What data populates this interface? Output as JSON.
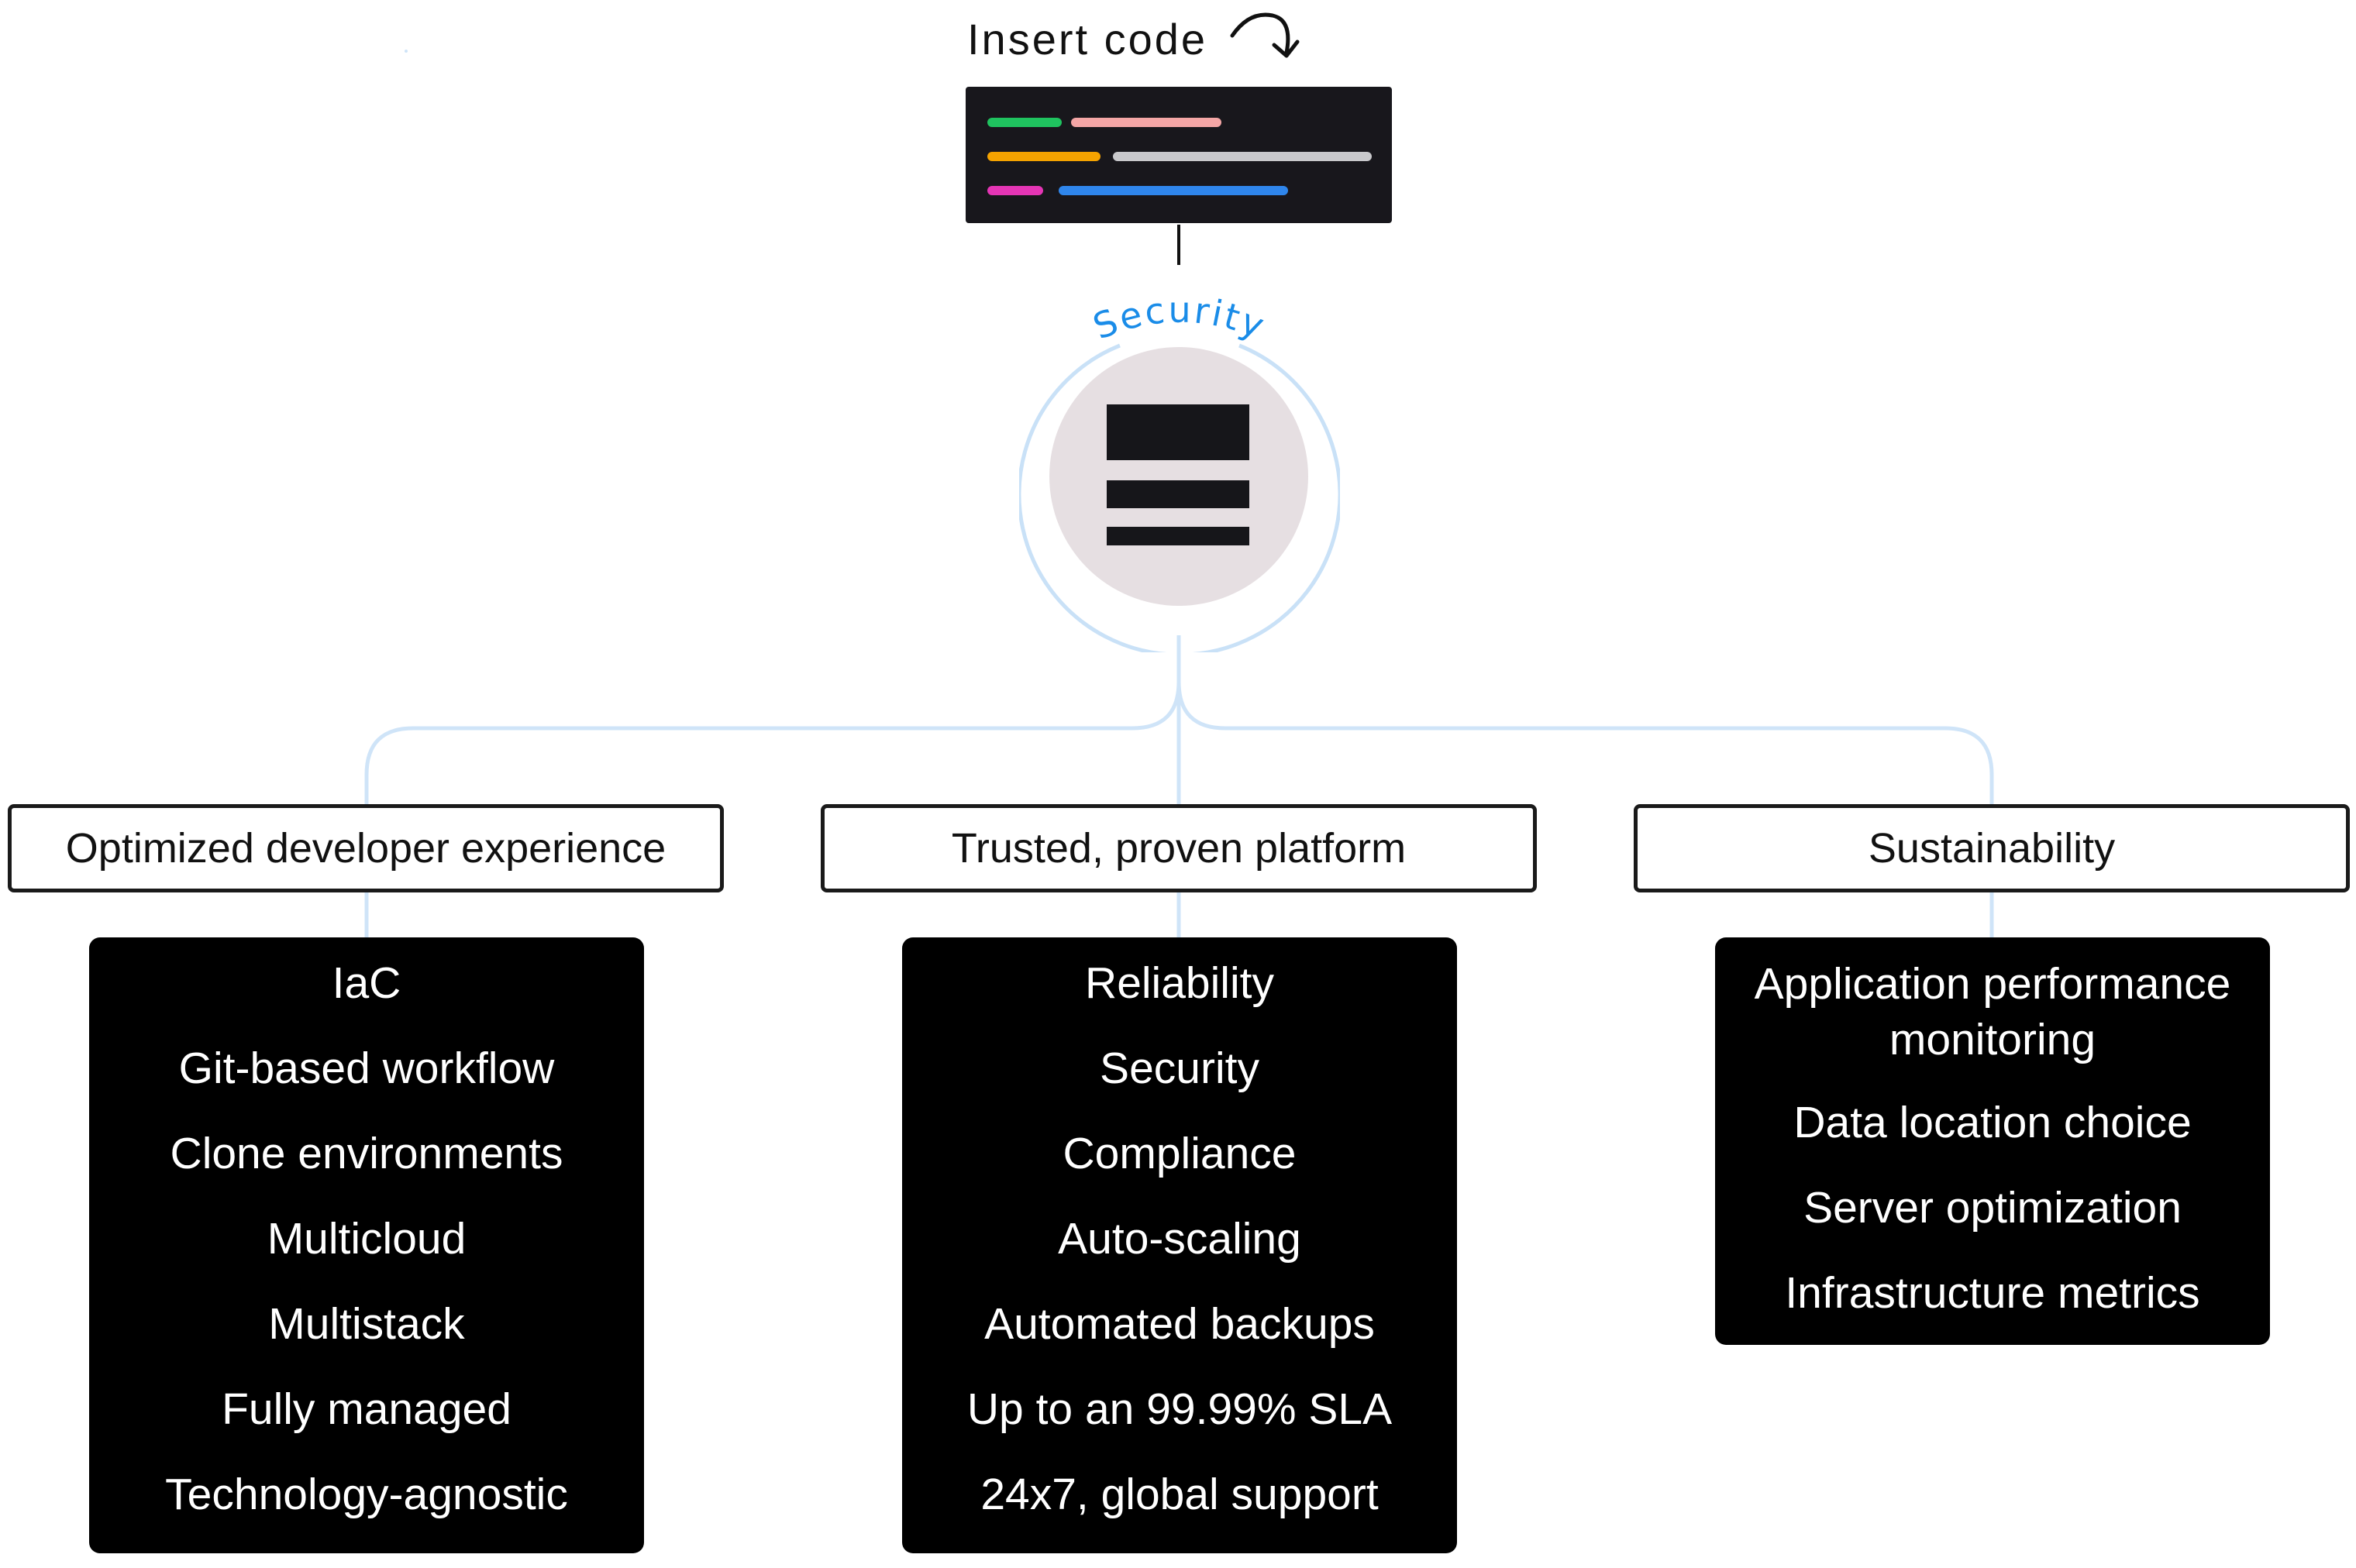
{
  "header": {
    "insert_label": "Insert code"
  },
  "code_snippet": {
    "line_colors": [
      [
        "#1fc35f",
        "#f4a6a6"
      ],
      [
        "#f5a300",
        "#c9c9cc"
      ],
      [
        "#e535b5",
        "#2f86ec"
      ]
    ]
  },
  "hub": {
    "ring_label": "Security",
    "ring_color": "#c9e1f7",
    "label_color": "#1a8ce8",
    "icon": "server-stack-icon"
  },
  "columns": [
    {
      "category": "Optimized developer experience",
      "features": [
        "IaC",
        "Git-based workflow",
        "Clone environments",
        "Multicloud",
        "Multistack",
        "Fully managed",
        "Technology-agnostic"
      ]
    },
    {
      "category": "Trusted, proven platform",
      "features": [
        "Reliability",
        "Security",
        "Compliance",
        "Auto-scaling",
        "Automated backups",
        "Up to an 99.99% SLA",
        "24x7, global support"
      ]
    },
    {
      "category": "Sustainability",
      "features": [
        "Application performance monitoring",
        "Data location choice",
        "Server optimization",
        "Infrastructure metrics"
      ]
    }
  ]
}
